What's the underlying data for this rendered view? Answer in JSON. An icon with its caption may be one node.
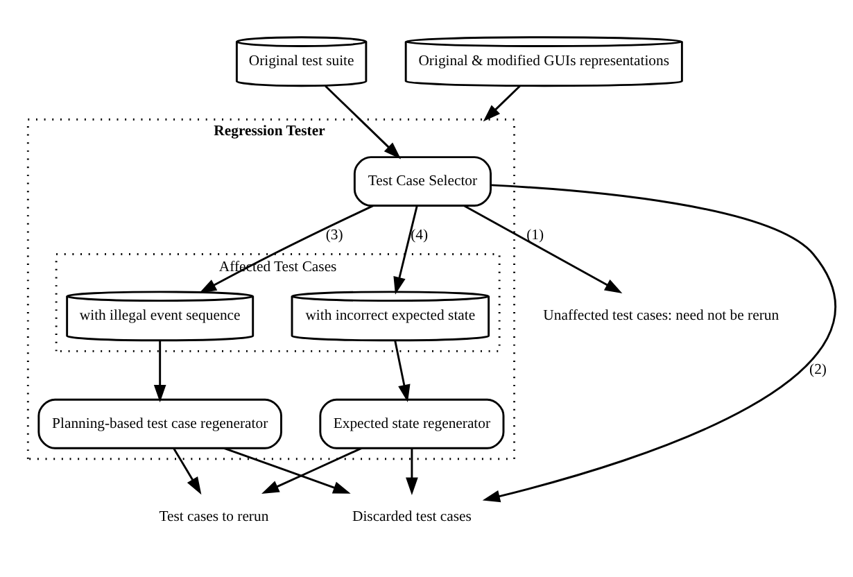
{
  "diagram": {
    "nodes": [
      {
        "text": [
          "Original test suite"
        ]
      },
      {
        "text": [
          "Regression Tester"
        ]
      },
      {
        "text": [
          "Test Case Selector"
        ],
        "in": 1
      },
      {
        "text": [
          "Affected Test Cases"
        ],
        "in": 1
      },
      {
        "text": [
          "with illegal event sequence"
        ],
        "in": 3
      },
      {
        "text": [
          "with incorrect expected state"
        ],
        "in": 3
      },
      {
        "text": [
          "Original & modified GUIs representations"
        ]
      },
      {
        "text": [
          "Expected state regenerator"
        ],
        "in": 1
      },
      {
        "text": [
          "Planning-based test case regenerator"
        ],
        "in": 1
      },
      {
        "text": [
          "Unaffected test cases: need not be rerun"
        ]
      },
      {
        "text": [
          "Discarded test cases"
        ]
      },
      {
        "text": [
          "Test cases to rerun"
        ]
      }
    ],
    "edges": [
      {
        "from": 0,
        "to": 2,
        "arrow": "to"
      },
      {
        "from": 2,
        "to": 9,
        "arrow": "to",
        "label": "(1)"
      },
      {
        "from": 2,
        "to": 10,
        "arrow": "to",
        "label": "(2)"
      },
      {
        "from": 2,
        "to": 4,
        "arrow": "to",
        "label": "(3)"
      },
      {
        "from": 2,
        "to": 5,
        "arrow": "to",
        "label": "(4)"
      },
      {
        "from": 6,
        "to": 1,
        "arrow": "to"
      },
      {
        "from": 4,
        "to": 8,
        "arrow": "to"
      },
      {
        "from": 5,
        "to": 7,
        "arrow": "to"
      },
      {
        "from": 8,
        "to": 10,
        "arrow": "to"
      },
      {
        "from": 7,
        "to": 10,
        "arrow": "to"
      },
      {
        "from": 7,
        "to": 11,
        "arrow": "to"
      },
      {
        "from": 8,
        "to": 11,
        "arrow": "to"
      }
    ]
  }
}
